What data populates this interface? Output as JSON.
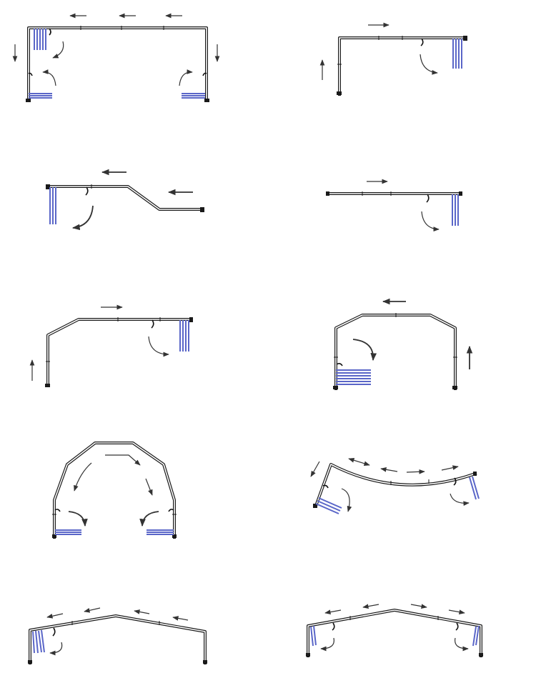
{
  "sheet": {
    "panel_count": 10,
    "colors": {
      "rail": "#1a1a1a",
      "curtain": "#5a66c8",
      "arrow": "#333333",
      "background": "#ffffff"
    },
    "panels": [
      {
        "id": "u-shape-two-curtains"
      },
      {
        "id": "l-shape-right-curtain"
      },
      {
        "id": "offset-bend-left-curtain"
      },
      {
        "id": "straight-right-curtain"
      },
      {
        "id": "angled-l-right-curtain"
      },
      {
        "id": "bay-left-curtain-stacked"
      },
      {
        "id": "arch-two-curtains"
      },
      {
        "id": "curved-bay-two-curtains"
      },
      {
        "id": "roof-left-curtain"
      },
      {
        "id": "roof-two-curtains"
      }
    ]
  }
}
